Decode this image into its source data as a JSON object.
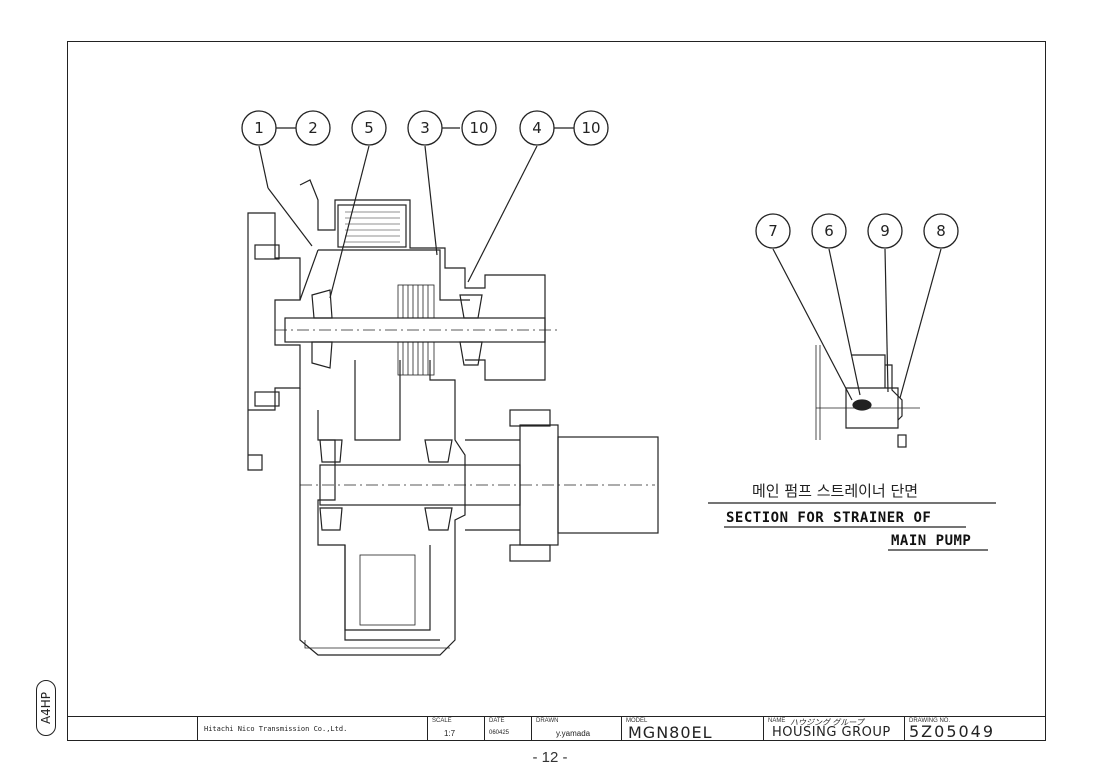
{
  "callouts_main": [
    "1",
    "2",
    "5",
    "3",
    "10",
    "4",
    "10"
  ],
  "callouts_section": [
    "7",
    "6",
    "9",
    "8"
  ],
  "caption": {
    "korean": "메인 펌프 스트레이너 단면",
    "english_line1": "SECTION FOR STRAINER OF",
    "english_line2": "MAIN PUMP"
  },
  "title_block": {
    "company": "Hitachi Nico Transmission Co.,Ltd.",
    "scale_label": "SCALE",
    "scale_value": "1:7",
    "date_label": "DATE",
    "date_value": "060425",
    "drawn_label": "DRAWN",
    "drawn_value": "y.yamada",
    "model_label": "MODEL",
    "model_value": "MGN80EL",
    "name_label": "NAME",
    "name_japanese": "ハウジング グループ",
    "name_value": "HOUSING GROUP",
    "drawing_no_label": "DRAWING NO.",
    "drawing_no_value": "5Z05049"
  },
  "side_tag": "A4HP",
  "page_number": "- 12 -"
}
